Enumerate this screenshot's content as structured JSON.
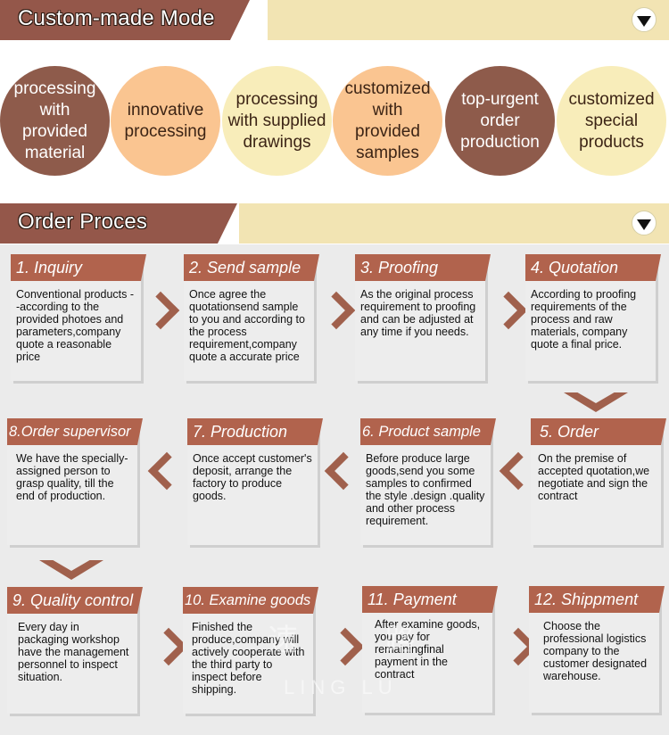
{
  "custom_section": {
    "title": "Custom-made Mode"
  },
  "modes": [
    {
      "label": "processing with provided material",
      "style": "dark"
    },
    {
      "label": "innovative processing",
      "style": "peach"
    },
    {
      "label": "processing with supplied drawings",
      "style": "cream"
    },
    {
      "label": "customized with provided samples",
      "style": "peach"
    },
    {
      "label": "top-urgent order production",
      "style": "dark"
    },
    {
      "label": "customized special products",
      "style": "cream"
    }
  ],
  "order_section": {
    "title": "Order Proces"
  },
  "steps": [
    {
      "title": "1. Inquiry",
      "text": "Conventional products --according to the provided photoes and parameters,company quote a reasonable price"
    },
    {
      "title": "2. Send sample",
      "text": "Once agree the quotationsend sample to you and according to the process requirement,company quote a accurate price"
    },
    {
      "title": "3. Proofing",
      "text": "As the original process requirement to proofing and can be adjusted at any time if you needs."
    },
    {
      "title": "4. Quotation",
      "text": "According to proofing requirements of the process and raw materials, company quote a final price."
    },
    {
      "title": "5. Order",
      "text": "On the premise of accepted quotation,we negotiate and sign the contract"
    },
    {
      "title": "6. Product sample",
      "text": "Before produce large goods,send you some samples to confirmed the style .design .quality and other process requirement."
    },
    {
      "title": "7. Production",
      "text": "Once accept customer's deposit, arrange the factory to produce goods."
    },
    {
      "title": "8.Order supervisor",
      "text": "We have the specially-assigned person to grasp quality, till the end of production."
    },
    {
      "title": "9. Quality control",
      "text": "Every day in packaging workshop have the management personnel to inspect situation."
    },
    {
      "title": "10. Examine goods",
      "text": "Finished the produce,company will actively cooperate with the third party to inspect before shipping."
    },
    {
      "title": "11. Payment",
      "text": "After examine goods, you pay for remainingfinal payment in the contract"
    },
    {
      "title": "12. Shippment",
      "text": "Choose the professional logistics company to the customer designated warehouse."
    }
  ],
  "watermark": {
    "glyphs": "速 路",
    "text": "LING LU"
  },
  "colors": {
    "header_brown": "#94574a",
    "header_cream": "#f2e4b3",
    "card_caption": "#b1634d",
    "circle_dark": "#8e5b4b",
    "circle_peach": "#fac591",
    "circle_cream": "#f8edba",
    "arrow": "#a0604c"
  },
  "icons": {
    "section_toggle": "triangle-down-icon",
    "flow_arrow": "chevron-icon"
  }
}
